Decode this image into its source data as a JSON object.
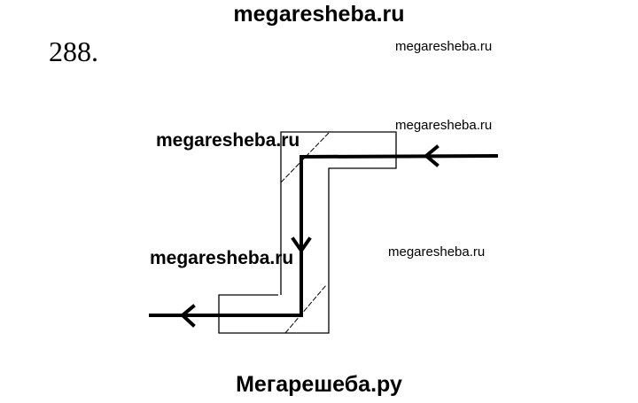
{
  "header_watermark": "megaresheba.ru",
  "problem_number": "288.",
  "watermarks": [
    "megaresheba.ru",
    "megaresheba.ru",
    "megaresheba.ru",
    "megaresheba.ru",
    "megaresheba.ru"
  ],
  "footer_watermark": "Мегарешеба.ру"
}
